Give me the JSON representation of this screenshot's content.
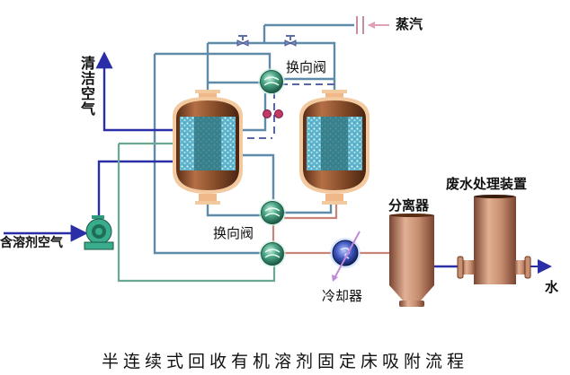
{
  "diagram": {
    "title": "半连续式回收有机溶剂固定床吸附流程",
    "labels": {
      "steam": "蒸汽",
      "clean_air": "清洁空气",
      "solvent_air": "含溶剂空气",
      "reversing_valve_top": "换向阀",
      "reversing_valve_bottom": "换向阀",
      "cooler": "冷却器",
      "separator": "分离器",
      "wastewater_unit": "废水处理装置",
      "water": "水"
    },
    "components": [
      {
        "id": "blower",
        "icon": "centrifugal-fan-icon"
      },
      {
        "id": "adsorber-1",
        "icon": "adsorber-tank-icon"
      },
      {
        "id": "adsorber-2",
        "icon": "adsorber-tank-icon"
      },
      {
        "id": "reversing-valve-top",
        "icon": "four-way-valve-icon"
      },
      {
        "id": "reversing-valve-bottom-1",
        "icon": "four-way-valve-icon"
      },
      {
        "id": "reversing-valve-bottom-2",
        "icon": "four-way-valve-icon"
      },
      {
        "id": "cooler",
        "icon": "heat-exchanger-icon"
      },
      {
        "id": "separator",
        "icon": "separator-vessel-icon"
      },
      {
        "id": "wastewater-unit",
        "icon": "wastewater-column-icon"
      },
      {
        "id": "steam-valve-1",
        "icon": "globe-valve-icon"
      },
      {
        "id": "steam-valve-2",
        "icon": "globe-valve-icon"
      }
    ],
    "colors": {
      "air_line": "#2a2fa8",
      "steam_line": "#5f8aa8",
      "condensate_line": "#c98478",
      "return_line": "#6aa892",
      "tank_shell": "#8a4d2a",
      "tank_glow": "#f3c9a0",
      "adsorbent": "#6fc4d8",
      "valve_body": "#2f8a6c",
      "steam_arrow": "#e0a0b8"
    }
  }
}
